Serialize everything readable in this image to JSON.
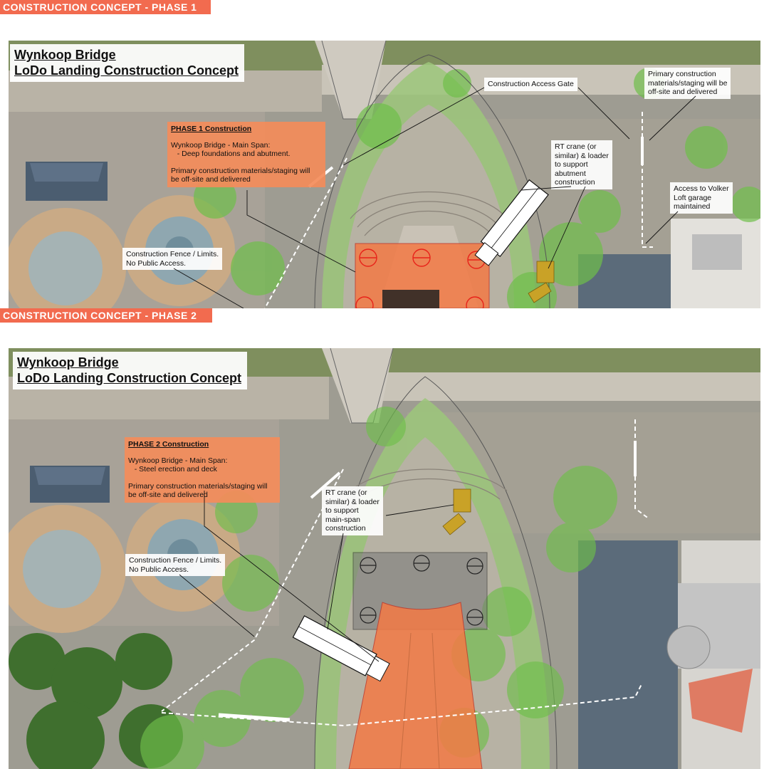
{
  "phase1": {
    "tab": "CONSTRUCTION CONCEPT - PHASE 1",
    "title_line1": "Wynkoop Bridge",
    "title_line2": "LoDo Landing Construction Concept",
    "box": {
      "heading": "PHASE 1 Construction",
      "line1": "Wynkoop Bridge - Main Span:",
      "line2": "   - Deep foundations and abutment.",
      "line3": "Primary construction materials/staging will",
      "line4": "be off-site and delivered"
    },
    "gate": "Construction Access Gate",
    "staging_1": "Primary construction",
    "staging_2": "materials/staging will be",
    "staging_3": "off-site and delivered",
    "crane_1": "RT crane (or",
    "crane_2": "similar) & loader",
    "crane_3": "to support",
    "crane_4": "abutment",
    "crane_5": "construction",
    "volker_1": "Access to Volker",
    "volker_2": "Loft garage",
    "volker_3": "maintained",
    "fence_1": "Construction Fence / Limits.",
    "fence_2": "No Public Access."
  },
  "phase2": {
    "tab": "CONSTRUCTION CONCEPT - PHASE 2",
    "title_line1": "Wynkoop Bridge",
    "title_line2": "LoDo Landing Construction Concept",
    "box": {
      "heading": "PHASE 2 Construction",
      "line1": "Wynkoop Bridge - Main Span:",
      "line2": "   - Steel erection and deck",
      "line3": "Primary construction materials/staging will",
      "line4": "be off-site and delivered"
    },
    "crane_1": "RT crane (or",
    "crane_2": "similar) & loader",
    "crane_3": "to support",
    "crane_4": "main-span",
    "crane_5": "construction",
    "fence_1": "Construction Fence / Limits.",
    "fence_2": "No Public Access."
  },
  "colors": {
    "accent": "#f26b4f",
    "phase_box": "#f48c5a",
    "work_zone": "#f47a45",
    "foundation_ring": "#e8231a",
    "tree_green": "#6fbf4a",
    "equipment_yellow": "#c9a227"
  }
}
